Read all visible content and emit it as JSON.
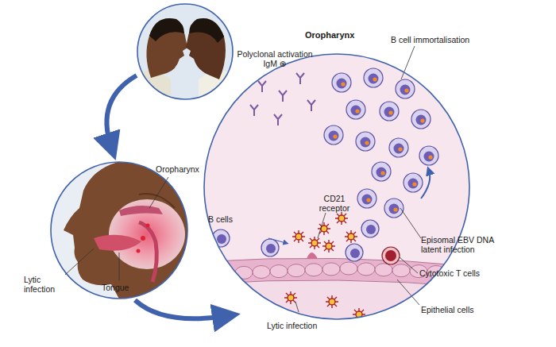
{
  "diagram": {
    "nodes": [
      {
        "text": [
          "Oropharynx"
        ]
      }
    ],
    "labels": [
      "B cell immortalisation",
      "Polyclonal activation IgM ⊕",
      "B cells",
      "CD21 receptor",
      "Episomal EBV DNA latent infection",
      "Cytotoxic T cells",
      "Epithelial cells",
      "Lytic infection",
      "Oropharynx",
      "Lytic infection",
      "Tongue"
    ]
  }
}
